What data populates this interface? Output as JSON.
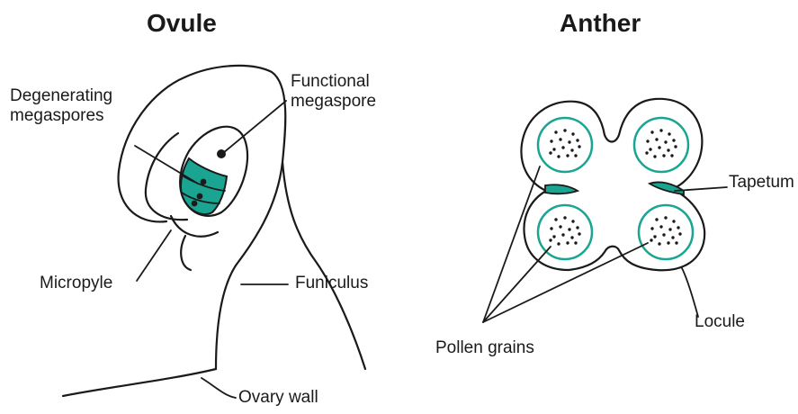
{
  "colors": {
    "accent": "#1aa592",
    "ink": "#1a1a1a"
  },
  "ovule": {
    "title": "Ovule",
    "labels": {
      "degenerating_megaspores": [
        "Degenerating",
        "megaspores"
      ],
      "functional_megaspore": [
        "Functional",
        "megaspore"
      ],
      "micropyle": "Micropyle",
      "funiculus": "Funiculus",
      "ovary_wall": "Ovary wall"
    }
  },
  "anther": {
    "title": "Anther",
    "labels": {
      "tapetum": "Tapetum",
      "locule": "Locule",
      "pollen_grains": "Pollen grains"
    }
  }
}
